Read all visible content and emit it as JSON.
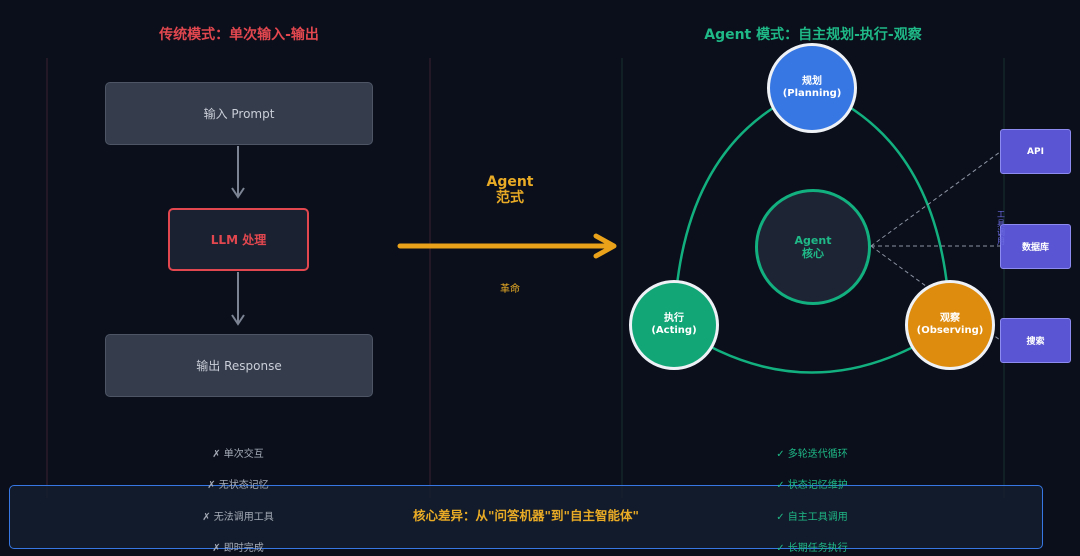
{
  "left_panel": {
    "title": "传统模式：单次输入-输出",
    "input_box": "输入 Prompt",
    "llm_box": "LLM 处理",
    "output_box": "输出 Response",
    "limitations": [
      "✗ 单次交互",
      "✗ 无状态记忆",
      "✗ 无法调用工具",
      "✗ 即时完成"
    ]
  },
  "middle": {
    "paradigm_line1": "Agent",
    "paradigm_line2": "范式",
    "revolution": "革命"
  },
  "right_panel": {
    "title": "Agent 模式：自主规划-执行-观察",
    "plan_line1": "规划",
    "plan_line2": "(Planning)",
    "act_line1": "执行",
    "act_line2": "(Acting)",
    "observe_line1": "观察",
    "observe_line2": "(Observing)",
    "core_line1": "Agent",
    "core_line2": "核心",
    "tools": [
      "API",
      "数据库",
      "搜索"
    ],
    "tools_side_label": "工具调用",
    "features": [
      "✓ 多轮迭代循环",
      "✓ 状态记忆维护",
      "✓ 自主工具调用",
      "✓ 长期任务执行"
    ]
  },
  "footer": {
    "text": "核心差异：从\"问答机器\"到\"自主智能体\""
  },
  "colors": {
    "background": "#0a0f1b",
    "traditional_accent": "#e2474f",
    "agent_accent": "#1fb987",
    "planning": "#3777e3",
    "acting": "#12a677",
    "observing": "#de8c0e",
    "tool": "#5a55d2",
    "highlight": "#e9ab25"
  }
}
